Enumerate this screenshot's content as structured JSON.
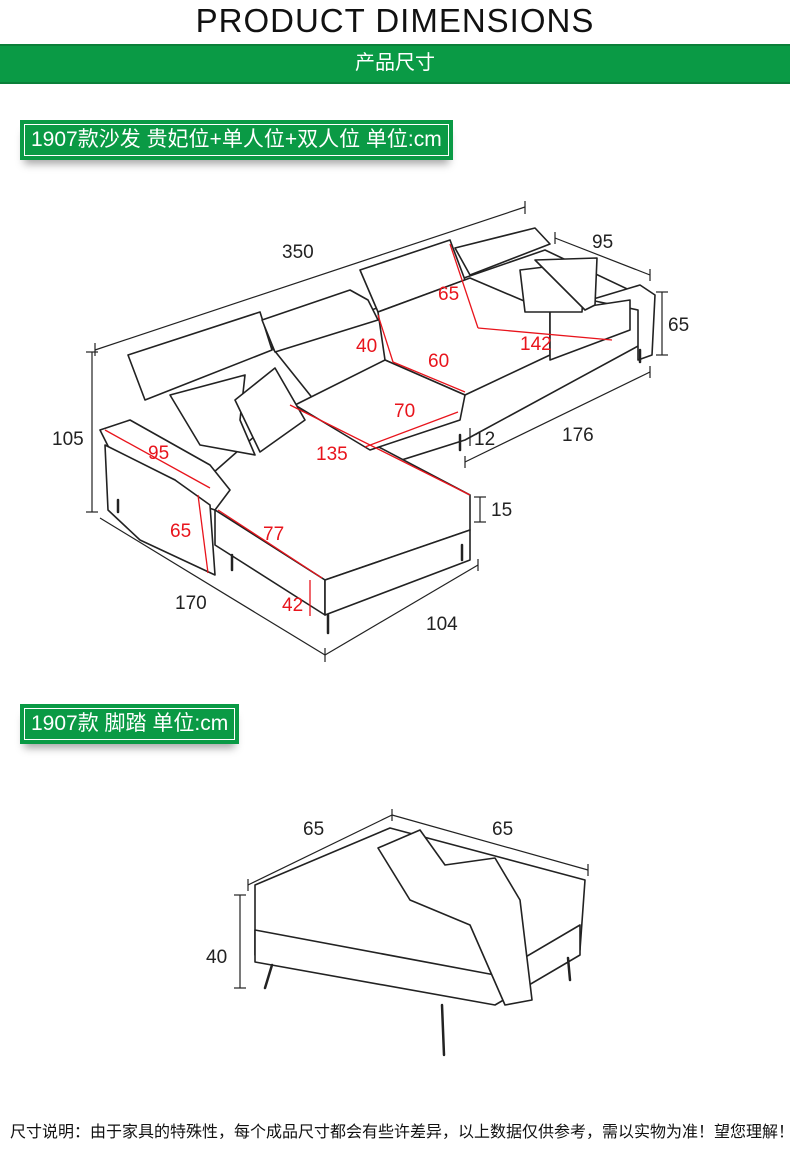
{
  "header": {
    "title_en": "PRODUCT DIMENSIONS",
    "title_cn": "产品尺寸"
  },
  "sofa": {
    "label": "1907款沙发 贵妃位+单人位+双人位 单位:cm",
    "dims": {
      "total_length": "350",
      "depth": "95",
      "arm_height": "65",
      "height": "105",
      "chaise_length": "170",
      "chaise_width": "104",
      "seat_height": "42",
      "cushion_thickness": "15",
      "leg_height": "12",
      "main_length": "176"
    },
    "red_dims": {
      "back_height_a": "65",
      "back_height_b": "40",
      "seat_depth": "60",
      "seat_width_right": "142",
      "seat_width_mid": "70",
      "chaise_seat_length": "135",
      "arm_length": "95",
      "arm_side_height": "65",
      "chaise_seat_width": "77"
    }
  },
  "ottoman": {
    "label": "1907款 脚踏 单位:cm",
    "dims": {
      "length": "65",
      "width": "65",
      "height": "40"
    }
  },
  "footer": {
    "note": "尺寸说明：由于家具的特殊性，每个成品尺寸都会有些许差异，以上数据仅供参考，需以实物为准！望您理解！"
  }
}
